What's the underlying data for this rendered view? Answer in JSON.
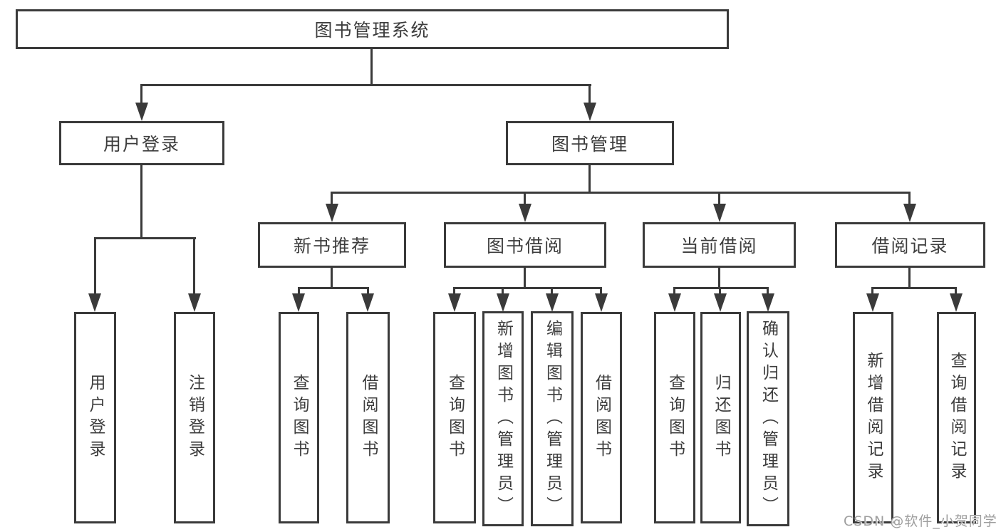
{
  "tree": {
    "root": {
      "label": "图书管理系统"
    },
    "branches": [
      {
        "label": "用户登录",
        "children": [
          "用户登录",
          "注销登录"
        ]
      },
      {
        "label": "图书管理",
        "sections": [
          {
            "label": "新书推荐",
            "children": [
              "查询图书",
              "借阅图书"
            ]
          },
          {
            "label": "图书借阅",
            "children": [
              "查询图书",
              "新增图书（管理员）",
              "编辑图书（管理员）",
              "借阅图书"
            ]
          },
          {
            "label": "当前借阅",
            "children": [
              "查询图书",
              "归还图书",
              "确认归还（管理员）"
            ]
          },
          {
            "label": "借阅记录",
            "children": [
              "新增借阅记录",
              "查询借阅记录"
            ]
          }
        ]
      }
    ]
  },
  "watermark": "CSDN @软件_小贺同学",
  "colors": {
    "line": "#3a3a3a",
    "text": "#3d3d3d",
    "background": "#ffffff",
    "watermark": "#9e9e9e"
  }
}
